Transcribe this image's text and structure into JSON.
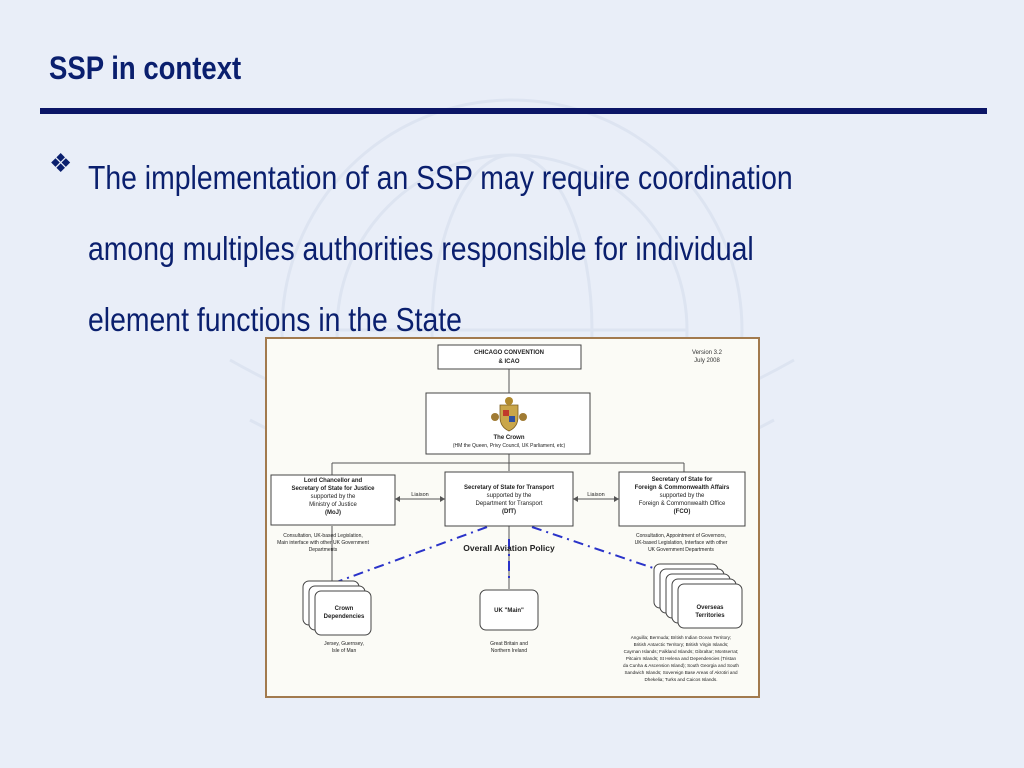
{
  "slide": {
    "title": "SSP in context",
    "bullet_lines": [
      "The implementation of an SSP may require coordination",
      "among multiples authorities responsible for individual",
      "element functions in the State"
    ]
  },
  "diagram": {
    "version": [
      "Version 3.2",
      "July 2008"
    ],
    "chicago": [
      "CHICAGO CONVENTION",
      "& ICAO"
    ],
    "crown": [
      "The Crown",
      "(HM the Queen, Privy Council, UK Parliament, etc)"
    ],
    "lord_chancellor": [
      "Lord Chancellor and",
      "Secretary of State for Justice",
      "supported by the",
      "Ministry of Justice",
      "(MoJ)"
    ],
    "transport": [
      "Secretary of State for Transport",
      "supported by the",
      "Department for Transport",
      "(DfT)"
    ],
    "foreign": [
      "Secretary of State for",
      "Foreign & Commonwealth Affairs",
      "supported by the",
      "Foreign & Commonwealth Office",
      "(FCO)"
    ],
    "liaison": "Liaison",
    "moj_note": [
      "Consultation, UK-based Legislation,",
      "Main interface with other UK Government",
      "Departments"
    ],
    "fco_note": [
      "Consultation, Appointment of Governors,",
      "UK-based Legislation, Interface with other",
      "UK Government Departments"
    ],
    "policy": "Overall Aviation Policy",
    "crown_dep": [
      "Crown",
      "Dependencies"
    ],
    "uk_main": "UK \"Main\"",
    "overseas": [
      "Overseas",
      "Territories"
    ],
    "crown_dep_note": [
      "Jersey, Guernsey,",
      "Isle of Man"
    ],
    "uk_main_note": [
      "Great Britain and",
      "Northern Ireland"
    ],
    "overseas_note": [
      "Anguilla; Bermuda; British Indian Ocean Territory;",
      "British Antarctic Territory; British Virgin Islands;",
      "Cayman Islands; Falkland Islands; Gibraltar; Montserrat;",
      "Pitcairn Islands; St Helena and Dependencies (Tristan",
      "da Cunha & Ascension Island); South Georgia and South",
      "Sandwich Islands; Sovereign Base Areas of Akrotiri and",
      "Dhekelia; Turks and Caicos Islands."
    ]
  },
  "colors": {
    "title": "#0a1f6e",
    "rule": "#0b1566",
    "background": "#e9eef8",
    "frame": "#a27a4e",
    "dash": "#2a33c9"
  }
}
